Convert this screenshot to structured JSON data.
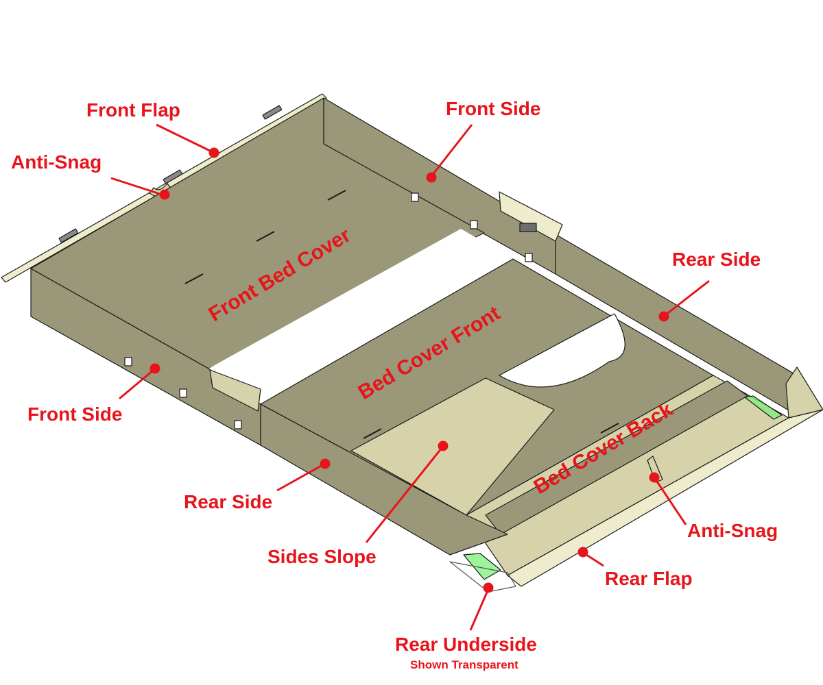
{
  "labels": {
    "front_flap": "Front Flap",
    "anti_snag_front": "Anti-Snag",
    "front_side_top": "Front Side",
    "front_bed_cover": "Front Bed Cover",
    "rear_side_right": "Rear Side",
    "front_side_left": "Front Side",
    "bed_cover_front": "Bed Cover Front",
    "bed_cover_back": "Bed Cover Back",
    "rear_side_bottom": "Rear Side",
    "sides_slope": "Sides Slope",
    "anti_snag_rear": "Anti-Snag",
    "rear_flap": "Rear Flap",
    "rear_underside": "Rear Underside",
    "rear_underside_note": "Shown Transparent"
  },
  "colors": {
    "label": "#e8141b",
    "panel_dark": "#9a9878",
    "panel_light": "#d6d3ab",
    "flap": "#eeeccc",
    "edge": "#1a1a1a",
    "transparent_part": "#7cf07a"
  }
}
